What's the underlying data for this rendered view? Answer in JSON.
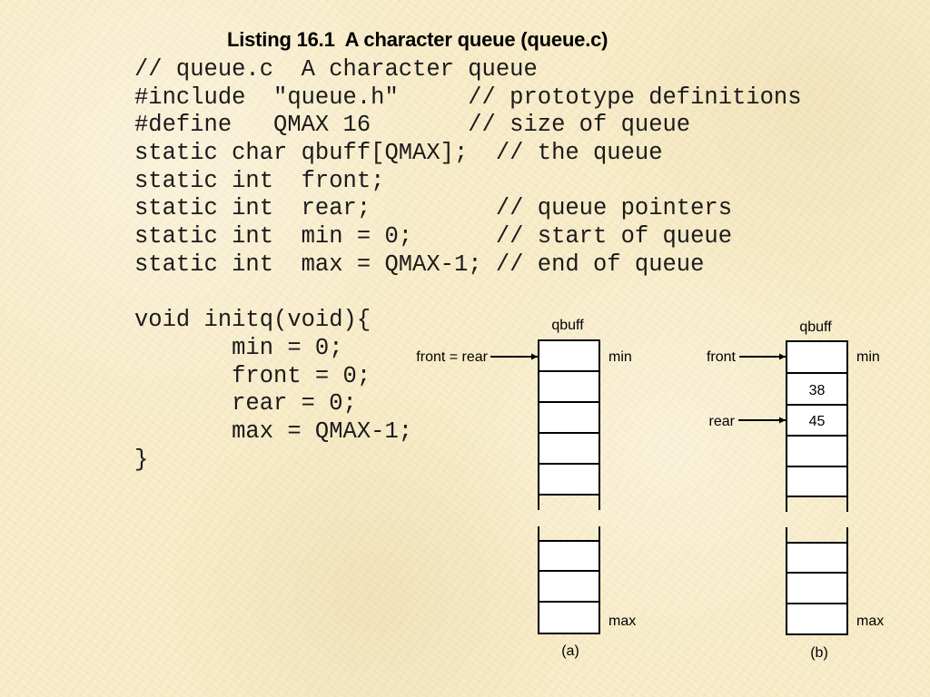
{
  "title": "Listing 16.1  A character queue (queue.c)",
  "code_lines": [
    "// queue.c  A character queue",
    "#include  \"queue.h\"     // prototype definitions",
    "#define   QMAX 16       // size of queue",
    "static char qbuff[QMAX];  // the queue",
    "static int  front;",
    "static int  rear;         // queue pointers",
    "static int  min = 0;      // start of queue",
    "static int  max = QMAX-1; // end of queue",
    "",
    "void initq(void){",
    "       min = 0;",
    "       front = 0;",
    "       rear = 0;",
    "       max = QMAX-1;",
    "}"
  ],
  "diagram_a": {
    "buffer_label": "qbuff",
    "pointer_label": "front = rear",
    "min_label": "min",
    "max_label": "max",
    "caption": "(a)",
    "cell_values": []
  },
  "diagram_b": {
    "buffer_label": "qbuff",
    "front_label": "front",
    "rear_label": "rear",
    "min_label": "min",
    "max_label": "max",
    "caption": "(b)",
    "cell_values": [
      "",
      "38",
      "45",
      "",
      ""
    ]
  }
}
